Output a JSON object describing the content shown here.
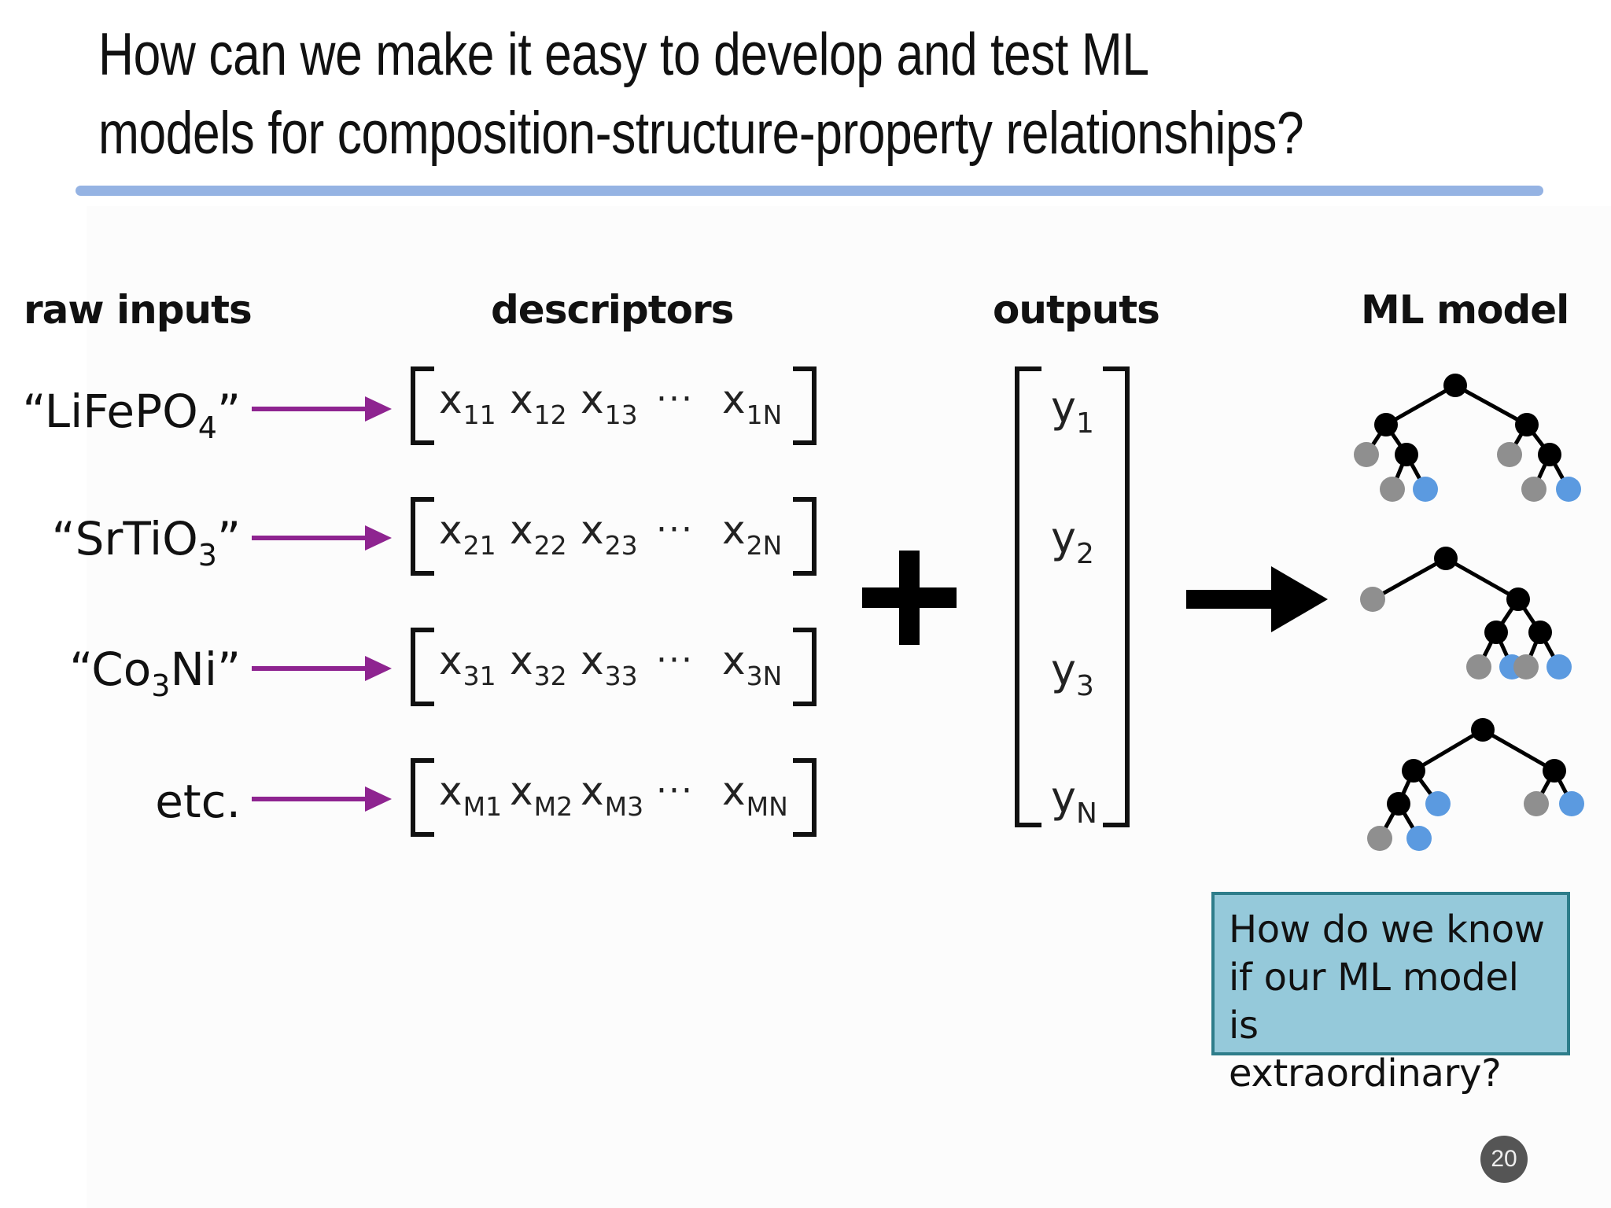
{
  "slide": {
    "title": "How can we make it easy to develop and test ML models for composition-structure-property relationships?",
    "page_number": "20"
  },
  "columns": {
    "raw_inputs": "raw inputs",
    "descriptors": "descriptors",
    "outputs": "outputs",
    "ml_model": "ML model"
  },
  "inputs": [
    {
      "pre": "“LiFePO",
      "sub": "4",
      "post": "”"
    },
    {
      "pre": "“SrTiO",
      "sub": "3",
      "post": "”"
    },
    {
      "pre": "“Co",
      "sub": "3",
      "post": "Ni”"
    },
    {
      "pre": "etc.",
      "sub": "",
      "post": ""
    }
  ],
  "descriptor_rows": [
    {
      "cells": [
        {
          "base": "x",
          "sub": "11"
        },
        {
          "base": "x",
          "sub": "12"
        },
        {
          "base": "x",
          "sub": "13"
        }
      ],
      "dots": "···",
      "last": {
        "base": "x",
        "sub": "1N"
      }
    },
    {
      "cells": [
        {
          "base": "x",
          "sub": "21"
        },
        {
          "base": "x",
          "sub": "22"
        },
        {
          "base": "x",
          "sub": "23"
        }
      ],
      "dots": "···",
      "last": {
        "base": "x",
        "sub": "2N"
      }
    },
    {
      "cells": [
        {
          "base": "x",
          "sub": "31"
        },
        {
          "base": "x",
          "sub": "32"
        },
        {
          "base": "x",
          "sub": "33"
        }
      ],
      "dots": "···",
      "last": {
        "base": "x",
        "sub": "3N"
      }
    },
    {
      "cells": [
        {
          "base": "x",
          "sub": "M1"
        },
        {
          "base": "x",
          "sub": "M2"
        },
        {
          "base": "x",
          "sub": "M3"
        }
      ],
      "dots": "···",
      "last": {
        "base": "x",
        "sub": "MN"
      }
    }
  ],
  "outputs": [
    {
      "base": "y",
      "sub": "1"
    },
    {
      "base": "y",
      "sub": "2"
    },
    {
      "base": "y",
      "sub": "3"
    },
    {
      "base": "y",
      "sub": "N"
    }
  ],
  "callout": {
    "text": "How do we know\nif our ML model is\nextraordinary?"
  },
  "colors": {
    "title_rule": "#95b3e3",
    "arrow": "#8e2490",
    "node_internal": "#000000",
    "leaf_gray": "#8f8f8f",
    "leaf_blue": "#5b9ae0",
    "callout_fill": "#95c9da",
    "callout_border": "#2e7d8a"
  }
}
